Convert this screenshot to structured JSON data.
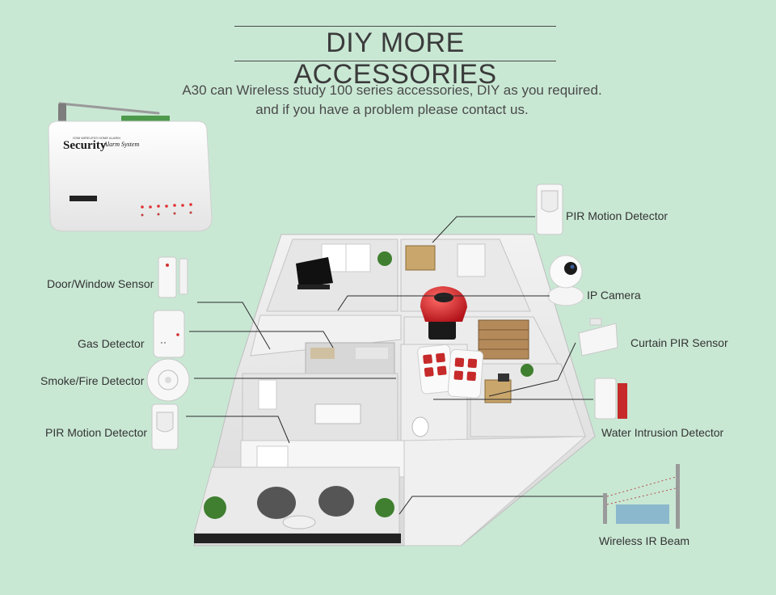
{
  "header": {
    "title": "DIY MORE ACCESSORIES",
    "subtitle_line1": "A30 can Wireless study 100 series accessories, DIY as you required.",
    "subtitle_line2": "and if you have a problem please contact us."
  },
  "alarm_panel": {
    "brand": "Security",
    "subtitle": "Alarm System",
    "top_text": "GSM WIRELESS HOME ALARM"
  },
  "accessories": {
    "left": [
      {
        "name": "Door/Window Sensor"
      },
      {
        "name": "Gas Detector"
      },
      {
        "name": "Smoke/Fire Detector"
      },
      {
        "name": "PIR Motion Detector"
      }
    ],
    "right": [
      {
        "name": "PIR Motion Detector"
      },
      {
        "name": "IP Camera"
      },
      {
        "name": "Curtain PIR Sensor"
      },
      {
        "name": "Water Intrusion Detector"
      },
      {
        "name": "Wireless IR Beam"
      }
    ]
  },
  "colors": {
    "background": "#c9e8d4",
    "device_white": "#f4f4f4",
    "siren_red": "#d8252a",
    "remote_red": "#c62a2a",
    "line": "#2b2b2b"
  }
}
